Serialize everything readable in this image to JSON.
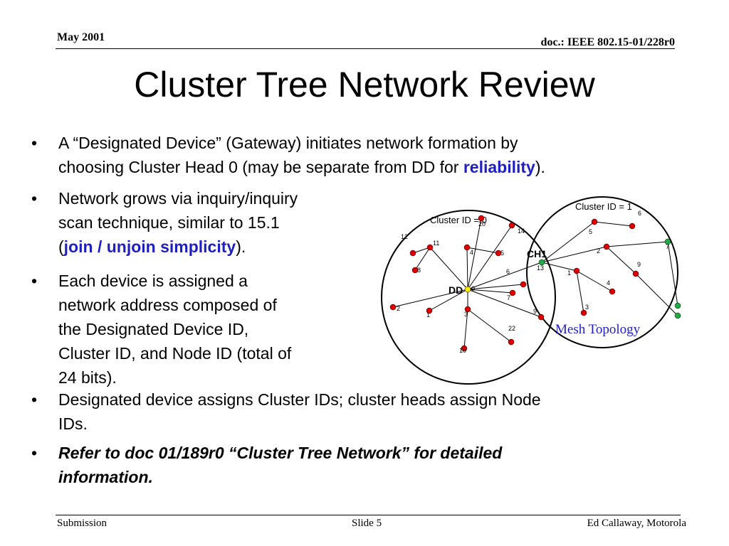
{
  "header": {
    "date": "May 2001",
    "doc_id": "doc.: IEEE 802.15-01/228r0"
  },
  "title": "Cluster Tree Network Review",
  "bullets": [
    {
      "parts": [
        "A “Designated Device” (Gateway) initiates network formation by",
        "choosing Cluster Head 0 (may be separate from DD for ",
        "reliability",
        ")."
      ]
    },
    {
      "parts": [
        "Network grows via inquiry/inquiry",
        "scan technique, similar to 15.1",
        "(",
        "join / unjoin simplicity",
        ")."
      ]
    },
    {
      "lines": [
        "Each device is assigned a",
        "network address composed of",
        "the Designated Device ID,",
        "Cluster ID, and Node ID (total of",
        "24 bits)."
      ]
    },
    {
      "lines": [
        "Designated device assigns Cluster IDs; cluster heads assign Node",
        "IDs."
      ]
    },
    {
      "lines": [
        "Refer to doc 01/189r0 “Cluster Tree Network” for detailed",
        "information."
      ]
    }
  ],
  "bullet_char": "•",
  "diagram": {
    "cluster0_label": "Cluster ID = 0",
    "cluster1_label": "Cluster ID = 1",
    "dd_label": "DD",
    "ch1_label": "CH1",
    "mesh_label": "Mesh Topology",
    "node_labels0": [
      "12",
      "11",
      "8",
      "20",
      "14",
      "4",
      "5",
      "6",
      "0",
      "7",
      "2",
      "1",
      "3",
      "9",
      "22",
      "10",
      "13"
    ],
    "node_labels1": [
      "6",
      "5",
      "2",
      "7",
      "1",
      "9",
      "4",
      "3"
    ],
    "colors": {
      "node_red": "#dd0000",
      "node_green": "#22aa44",
      "dd_yellow": "#ffee00",
      "mesh_blue": "#1f1fbf"
    }
  },
  "footer": {
    "left": "Submission",
    "center": "Slide 5",
    "right": "Ed Callaway, Motorola"
  }
}
